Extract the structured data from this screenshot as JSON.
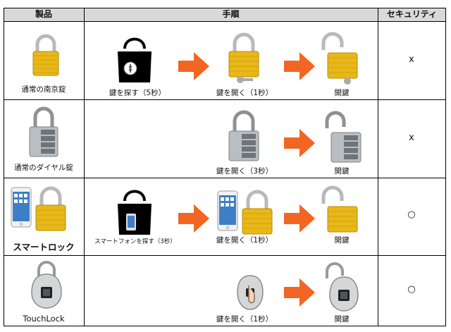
{
  "header": {
    "col_product": "製品",
    "col_steps": "手順",
    "col_security": "セキュリティ"
  },
  "rows": [
    {
      "product": "通常の南京錠",
      "steps": [
        "鍵を探す（5秒）",
        "鍵を開く（1秒）",
        "開鍵"
      ],
      "security": "x"
    },
    {
      "product": "通常のダイヤル錠",
      "steps": [
        "鍵を開く（3秒）",
        "開鍵"
      ],
      "security": "x"
    },
    {
      "product": "スマートロック",
      "steps": [
        "スマートフォンを探す（3秒）",
        "鍵を開く（1秒）",
        "開鍵"
      ],
      "security": "○"
    },
    {
      "product": "TouchLock",
      "steps": [
        "鍵を開く（1秒）",
        "開鍵"
      ],
      "security": "○"
    }
  ],
  "colors": {
    "arrow": "#f26522",
    "gold": "#e8b81a",
    "header_bg": "#d9d9d9"
  },
  "icons": [
    "padlock-icon",
    "combination-lock-icon",
    "smartphone-icon",
    "handbag-icon",
    "arrow-icon",
    "fingerprint-lock-icon",
    "key-icon"
  ]
}
